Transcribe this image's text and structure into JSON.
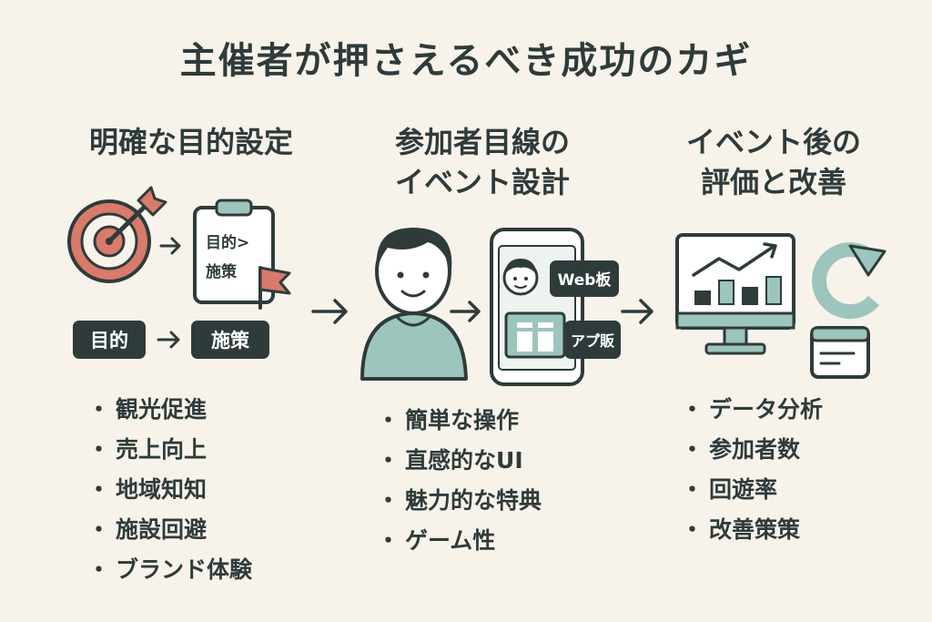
{
  "title": "主催者が押さえるべき成功のカギ",
  "columns": [
    {
      "heading_lines": [
        "明確な目的設定"
      ],
      "clipboard_lines": [
        "目的>",
        "施策"
      ],
      "pill_left": "目的",
      "pill_right": "施策",
      "bullets": [
        "観光促進",
        "売上向上",
        "地域知知",
        "施設回避",
        "ブランド体験"
      ]
    },
    {
      "heading_lines": [
        "参加者目線の",
        "イベント設計"
      ],
      "tag_web": "Web板",
      "tag_app": "アプ゙販",
      "bullets": [
        "簡単な操作",
        "直感的なUI",
        "魅力的な特典",
        "ゲーム性"
      ]
    },
    {
      "heading_lines": [
        "イベント後の",
        "評価と改善"
      ],
      "chart_bars": [
        0.35,
        0.65,
        0.45,
        0.75
      ],
      "bullets": [
        "データ分析",
        "参加者数",
        "回遊率",
        "改善策策"
      ]
    }
  ],
  "colors": {
    "background": "#f8f3ea",
    "dark": "#2f3b3b",
    "teal": "#9cc5bd",
    "teal_dark": "#7fb0a8",
    "coral": "#d97a6a"
  },
  "icons": [
    "target-icon",
    "clipboard-icon",
    "flag-icon",
    "person-icon",
    "smartphone-icon",
    "gift-icon",
    "monitor-chart-icon",
    "refresh-icon",
    "card-icon",
    "arrow-right-icon"
  ]
}
